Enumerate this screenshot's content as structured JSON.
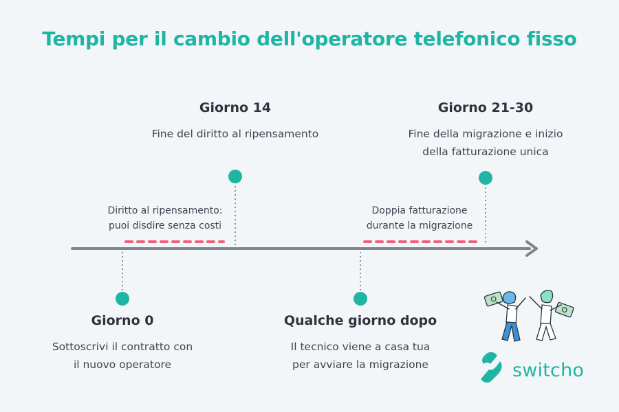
{
  "title": "Tempi per il cambio dell'operatore telefonico fisso",
  "events": [
    {
      "id": "giorno-0",
      "title": "Giorno 0",
      "desc_lines": [
        "Sottoscrivi il contratto con",
        "il nuovo operatore"
      ]
    },
    {
      "id": "giorno-14",
      "title": "Giorno 14",
      "desc_lines": [
        "Fine del diritto al ripensamento"
      ]
    },
    {
      "id": "qualche-giorno-dopo",
      "title": "Qualche giorno dopo",
      "desc_lines": [
        "Il tecnico viene a casa tua",
        "per avviare la migrazione"
      ]
    },
    {
      "id": "giorno-21-30",
      "title": "Giorno 21-30",
      "desc_lines": [
        "Fine della migrazione e inizio",
        "della fatturazione unica"
      ]
    }
  ],
  "periods": [
    {
      "id": "ripensamento",
      "lines": [
        "Diritto al ripensamento:",
        "puoi disdire senza costi"
      ]
    },
    {
      "id": "doppia-fatturazione",
      "lines": [
        "Doppia fatturazione",
        "durante la migrazione"
      ]
    }
  ],
  "brand": {
    "name": "switcho"
  },
  "colors": {
    "title": "#1fb5a4",
    "dot": "#1fb5a4",
    "axis": "#7d858d",
    "period_dash": "#f0607a",
    "brand": "#1fb5a4"
  }
}
